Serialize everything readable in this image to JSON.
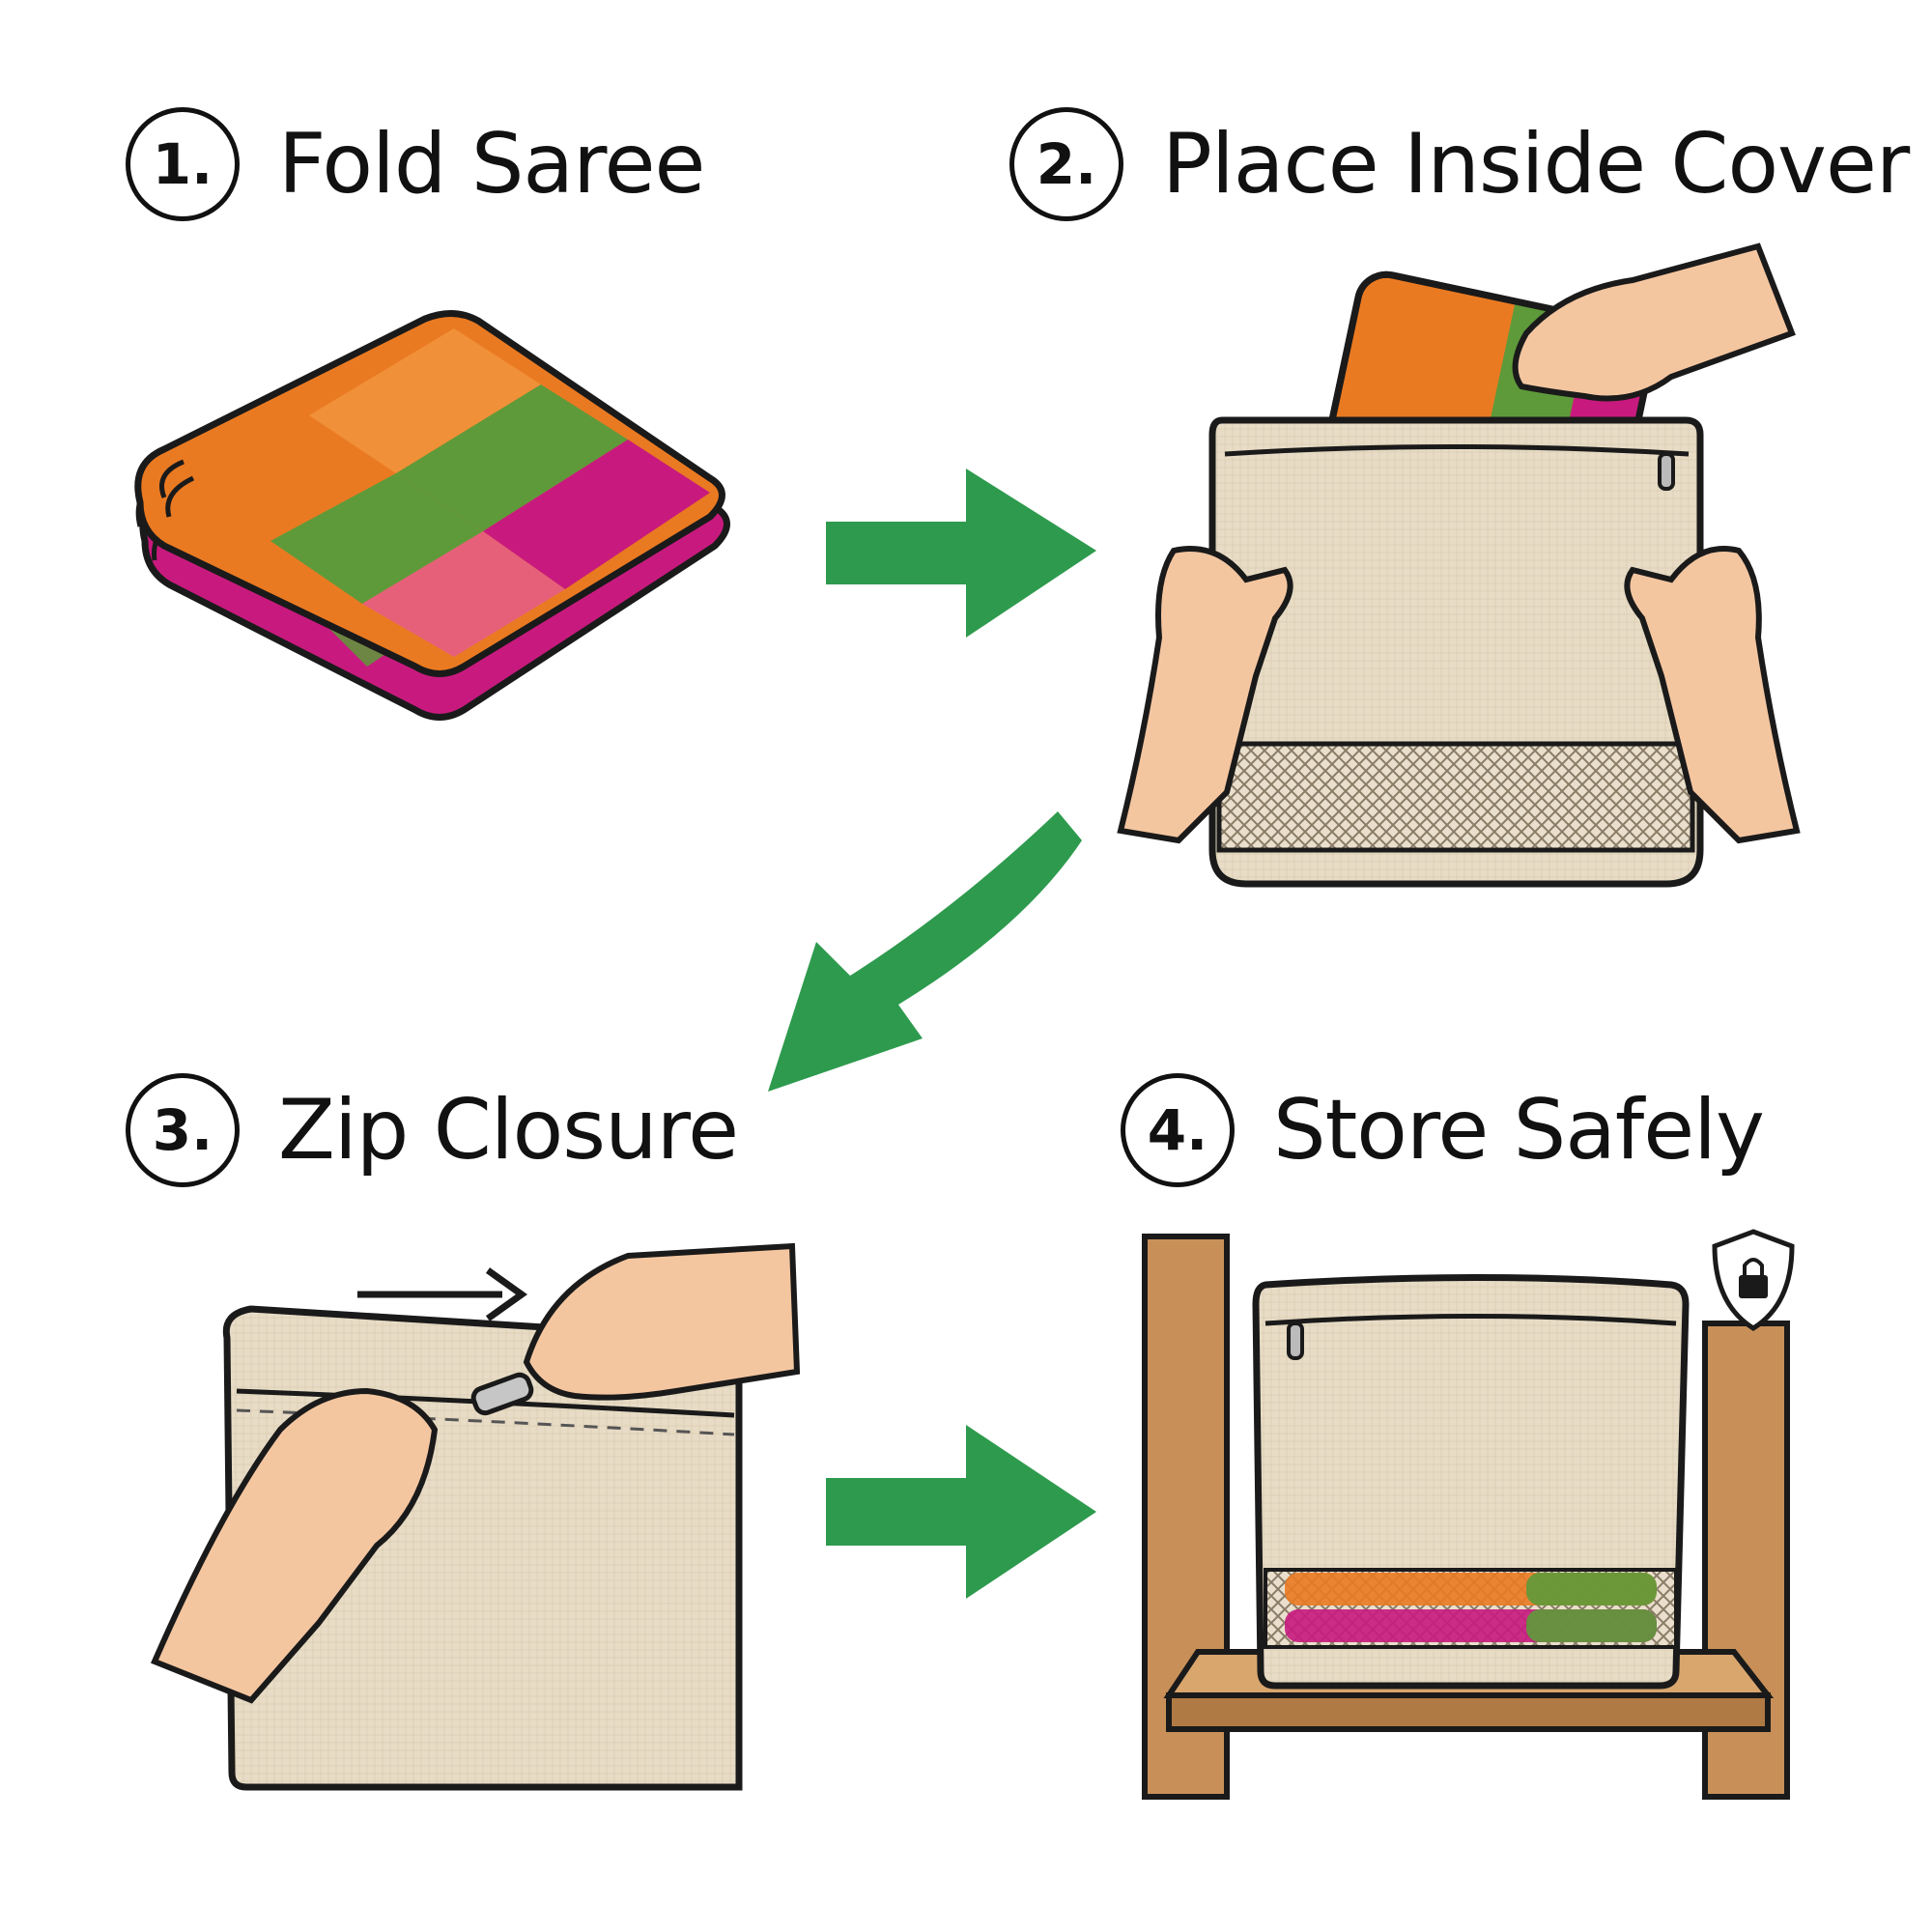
{
  "steps": [
    {
      "number": "1.",
      "label": "Fold Saree"
    },
    {
      "number": "2.",
      "label": "Place Inside Cover"
    },
    {
      "number": "3.",
      "label": "Zip Closure"
    },
    {
      "number": "4.",
      "label": "Store Safely"
    }
  ],
  "icons": {
    "step1": "folded-saree-icon",
    "step2": "hands-inserting-saree-icon",
    "step3": "hands-zipping-cover-icon",
    "step4": "shelf-with-cover-icon",
    "security": "shield-lock-icon",
    "flow": "green-arrow-icon"
  },
  "colors": {
    "arrow_green": "#2e9a4e",
    "saree_orange": "#ea7a22",
    "saree_green": "#5e9a3a",
    "saree_magenta": "#c81a7e",
    "cover_beige": "#e8dcc6",
    "skin": "#f4c6a0",
    "wood": "#c89058",
    "outline": "#1a1a1a"
  }
}
